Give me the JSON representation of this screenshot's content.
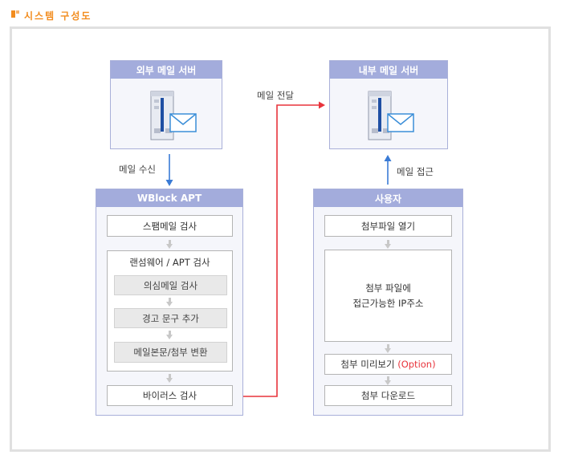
{
  "title": "시스템 구성도",
  "external_server": {
    "label": "외부 메일 서버"
  },
  "internal_server": {
    "label": "내부 메일 서버"
  },
  "edges": {
    "receive": "메일 수신",
    "forward": "메일 전달",
    "access": "메일 접근"
  },
  "wblock": {
    "title": "WBlock APT",
    "spam_check": "스팸메일 검사",
    "ransomware_check": "랜섬웨어 / APT 검사",
    "suspicious_check": "의심메일 검사",
    "add_warning": "경고 문구 추가",
    "convert_body": "메일본문/첨부 변환",
    "virus_check": "바이러스 검사"
  },
  "user": {
    "title": "사용자",
    "open_attachment": "첨부파일 열기",
    "access_ip_line1": "첨부 파일에",
    "access_ip_line2": "접근가능한 IP주소",
    "preview": "첨부 미리보기",
    "preview_option": "(Option)",
    "download": "첨부 다운로드"
  },
  "colors": {
    "accent_orange": "#f28c1e",
    "header_blue": "#a3acdc",
    "arrow_blue": "#3a7bd5",
    "arrow_red": "#e8343c"
  }
}
